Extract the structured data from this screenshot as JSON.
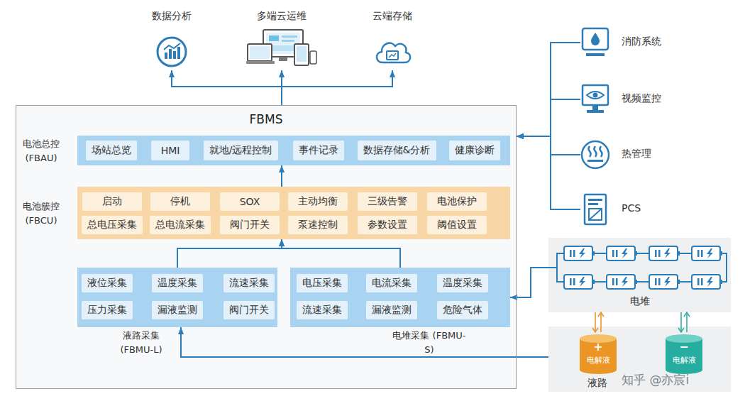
{
  "diagram": {
    "nodes": [
      {
        "text": [
          "数据分析"
        ]
      },
      {
        "text": [
          "多端云运维"
        ]
      },
      {
        "text": [
          "云端存储"
        ]
      },
      {
        "text": [
          "消防系统"
        ]
      },
      {
        "text": [
          "视频监控"
        ]
      },
      {
        "text": [
          "热管理"
        ]
      },
      {
        "text": [
          "PCS"
        ]
      },
      {
        "text": [
          "FBMS"
        ]
      },
      {
        "text": [
          "电池总控 (FBAU)"
        ],
        "in": 7
      },
      {
        "text": [
          "场站总览"
        ],
        "in": 8
      },
      {
        "text": [
          "HMI"
        ],
        "in": 8
      },
      {
        "text": [
          "就地/远程控制"
        ],
        "in": 8
      },
      {
        "text": [
          "事件记录"
        ],
        "in": 8
      },
      {
        "text": [
          "数据存储&分析"
        ],
        "in": 8
      },
      {
        "text": [
          "健康诊断"
        ],
        "in": 8
      },
      {
        "text": [
          "电池簇控 (FBCU)"
        ],
        "in": 7
      },
      {
        "text": [
          "启动"
        ],
        "in": 15
      },
      {
        "text": [
          "停机"
        ],
        "in": 15
      },
      {
        "text": [
          "SOX"
        ],
        "in": 15
      },
      {
        "text": [
          "主动均衡"
        ],
        "in": 15
      },
      {
        "text": [
          "三级告警"
        ],
        "in": 15
      },
      {
        "text": [
          "电池保护"
        ],
        "in": 15
      },
      {
        "text": [
          "总电压采集"
        ],
        "in": 15
      },
      {
        "text": [
          "总电流采集"
        ],
        "in": 15
      },
      {
        "text": [
          "阀门开关"
        ],
        "in": 15
      },
      {
        "text": [
          "泵速控制"
        ],
        "in": 15
      },
      {
        "text": [
          "参数设置"
        ],
        "in": 15
      },
      {
        "text": [
          "阈值设置"
        ],
        "in": 15
      },
      {
        "text": [
          "液路采集 (FBMU-L)"
        ],
        "in": 7
      },
      {
        "text": [
          "液位采集"
        ],
        "in": 28
      },
      {
        "text": [
          "温度采集"
        ],
        "in": 28
      },
      {
        "text": [
          "流速采集"
        ],
        "in": 28
      },
      {
        "text": [
          "压力采集"
        ],
        "in": 28
      },
      {
        "text": [
          "漏液监测"
        ],
        "in": 28
      },
      {
        "text": [
          "阀门开关"
        ],
        "in": 28
      },
      {
        "text": [
          "电堆采集 (FBMU-S)"
        ],
        "in": 7
      },
      {
        "text": [
          "电压采集"
        ],
        "in": 35
      },
      {
        "text": [
          "电流采集"
        ],
        "in": 35
      },
      {
        "text": [
          "温度采集"
        ],
        "in": 35
      },
      {
        "text": [
          "流速采集"
        ],
        "in": 35
      },
      {
        "text": [
          "漏液监测"
        ],
        "in": 35
      },
      {
        "text": [
          "危险气体"
        ],
        "in": 35
      },
      {
        "text": [
          "电堆"
        ]
      },
      {
        "text": [
          "液路"
        ]
      },
      {
        "text": [
          "+",
          "电解液"
        ],
        "in": 43
      },
      {
        "text": [
          "−",
          "电解液"
        ],
        "in": 43
      }
    ],
    "edges": [
      {
        "from": 7,
        "to": 0,
        "arrow": "to"
      },
      {
        "from": 7,
        "to": 1,
        "arrow": "to"
      },
      {
        "from": 7,
        "to": 2,
        "arrow": "to"
      },
      {
        "from": 3,
        "to": 7,
        "arrow": "to"
      },
      {
        "from": 4,
        "to": 7,
        "arrow": "to"
      },
      {
        "from": 5,
        "to": 7,
        "arrow": "to"
      },
      {
        "from": 6,
        "to": 7,
        "arrow": "to"
      },
      {
        "from": 15,
        "to": 8,
        "arrow": "to"
      },
      {
        "from": 28,
        "to": 15,
        "arrow": "to"
      },
      {
        "from": 35,
        "to": 15,
        "arrow": "to"
      },
      {
        "from": 42,
        "to": 35,
        "arrow": "to"
      },
      {
        "from": 43,
        "to": 28,
        "arrow": "to"
      }
    ],
    "labels": [
      "知乎 @亦宸i"
    ]
  }
}
